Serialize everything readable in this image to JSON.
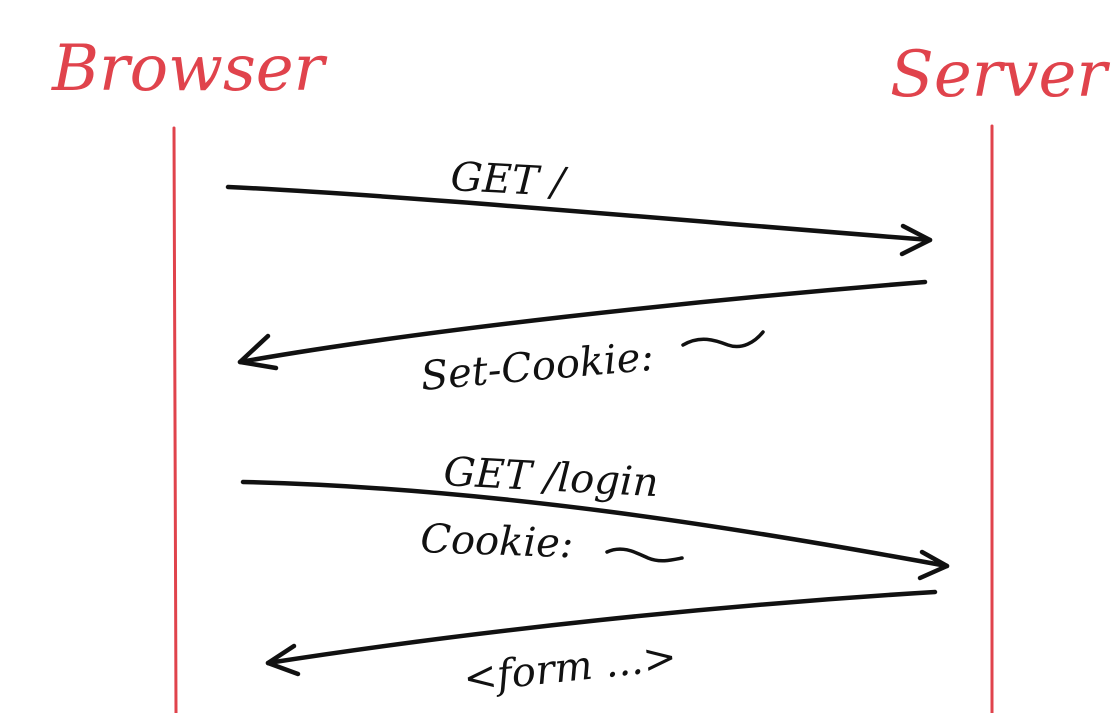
{
  "diagram": {
    "actors": {
      "browser": "Browser",
      "server": "Server"
    },
    "messages": [
      {
        "label": "GET /",
        "direction": "browser-to-server"
      },
      {
        "label": "Set-Cookie:",
        "direction": "server-to-browser"
      },
      {
        "label": "GET /login",
        "direction": "browser-to-server"
      },
      {
        "label": "Cookie:",
        "direction": "browser-to-server"
      },
      {
        "label": "<form ...>",
        "direction": "server-to-browser"
      }
    ],
    "colors": {
      "lifeline": "#e0434c",
      "actor_text": "#e0434c",
      "ink": "#111111",
      "background": "#ffffff"
    }
  }
}
